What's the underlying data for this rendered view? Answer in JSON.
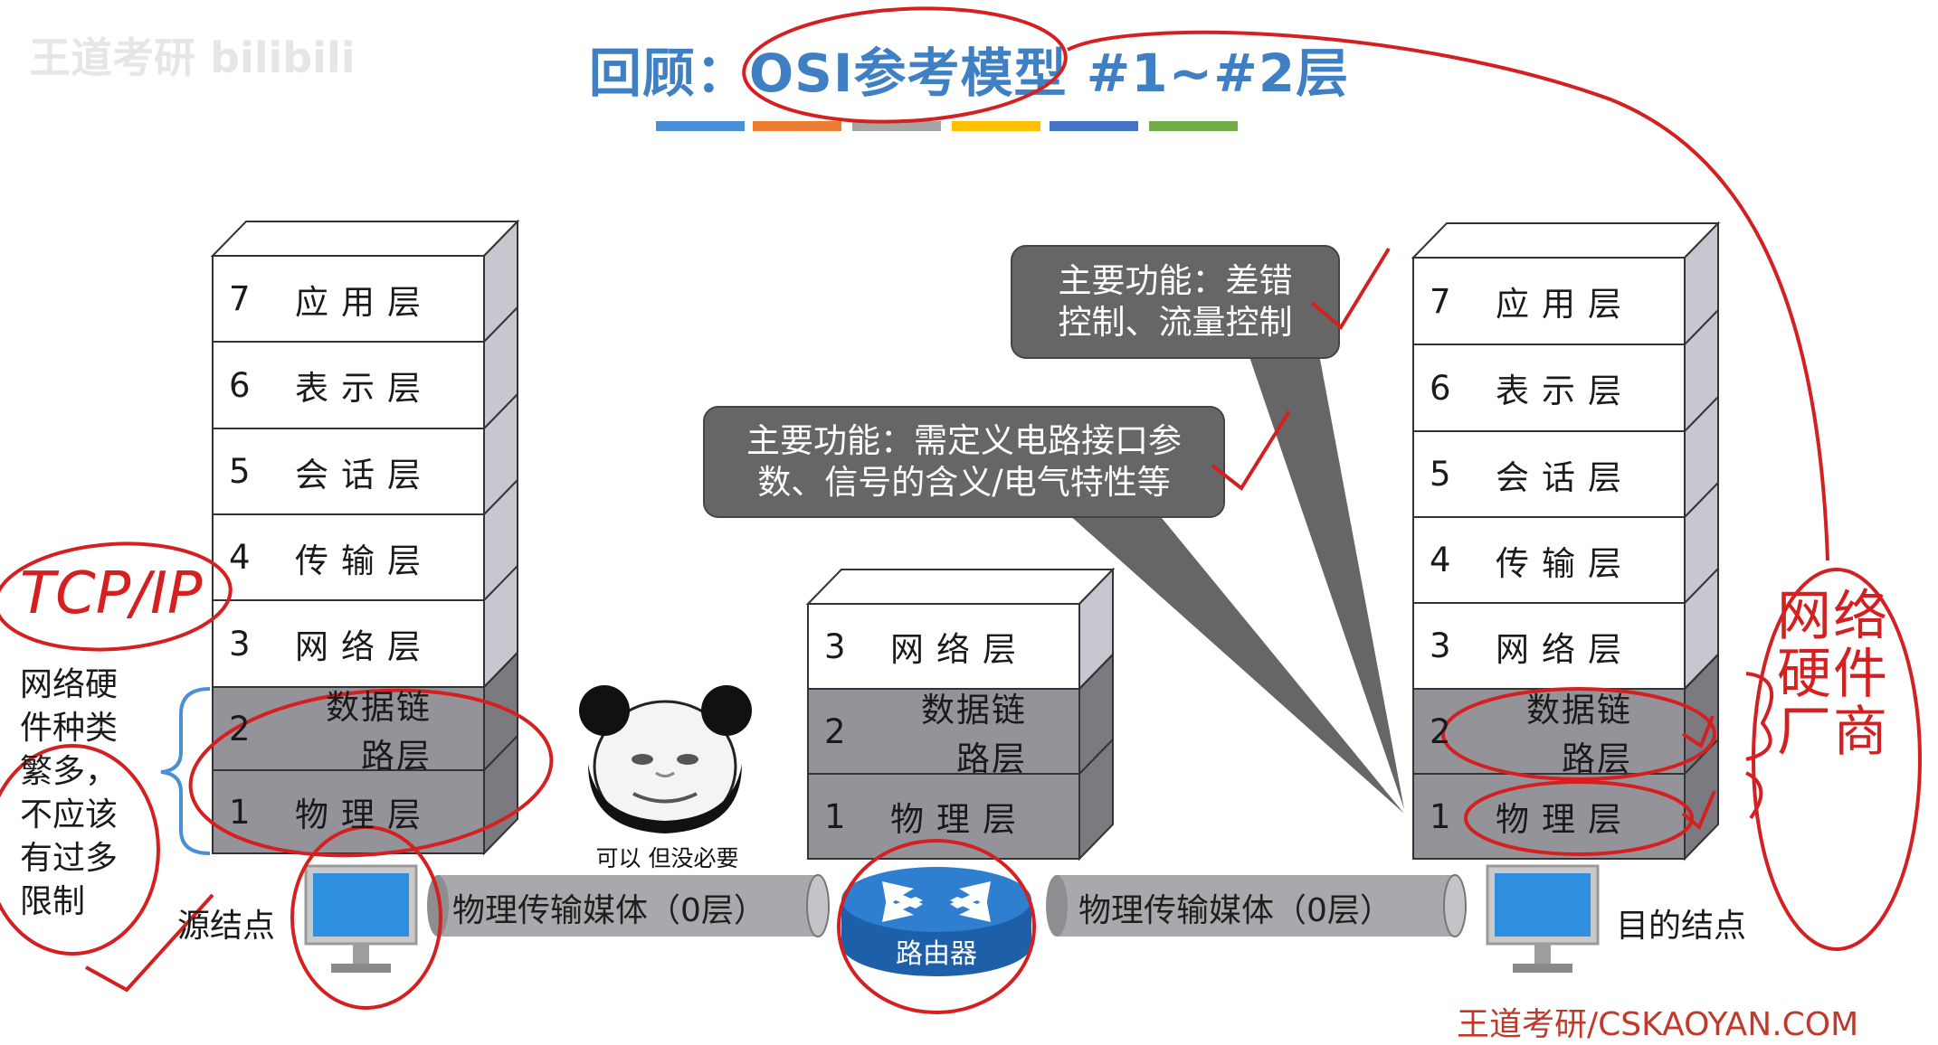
{
  "watermark": "王道考研 bilibili",
  "title": "回顾：OSI参考模型 #1~#2层",
  "title_bar_colors": [
    "#4a90d9",
    "#ed7d31",
    "#a5a5a5",
    "#ffc000",
    "#4472c4",
    "#70ad47"
  ],
  "left_stack": {
    "layers": [
      {
        "num": "7",
        "name": "应用层"
      },
      {
        "num": "6",
        "name": "表示层"
      },
      {
        "num": "5",
        "name": "会话层"
      },
      {
        "num": "4",
        "name": "传输层"
      },
      {
        "num": "3",
        "name": "网络层"
      },
      {
        "num": "2",
        "name": "数据链路层"
      },
      {
        "num": "1",
        "name": "物理层"
      }
    ]
  },
  "middle_stack": {
    "layers": [
      {
        "num": "3",
        "name": "网络层"
      },
      {
        "num": "2",
        "name": "数据链路层"
      },
      {
        "num": "1",
        "name": "物理层"
      }
    ]
  },
  "right_stack": {
    "layers": [
      {
        "num": "7",
        "name": "应用层"
      },
      {
        "num": "6",
        "name": "表示层"
      },
      {
        "num": "5",
        "name": "会话层"
      },
      {
        "num": "4",
        "name": "传输层"
      },
      {
        "num": "3",
        "name": "网络层"
      },
      {
        "num": "2",
        "name": "数据链路层"
      },
      {
        "num": "1",
        "name": "物理层"
      }
    ]
  },
  "callouts": {
    "datalink": [
      "主要功能：差错",
      "控制、流量控制"
    ],
    "physical": [
      "主要功能：需定义电路接口参",
      "数、信号的含义/电气特性等"
    ]
  },
  "source_node": "源结点",
  "dest_node": "目的结点",
  "medium_left": "物理传输媒体（0层）",
  "medium_right": "物理传输媒体（0层）",
  "router_label": "路由器",
  "meme_caption": "可以 但没必要",
  "bracket_note": [
    "网络硬",
    "件种类",
    "繁多，",
    "不应该",
    "有过多",
    "限制"
  ],
  "handwriting": {
    "tcpip": "TCP/IP",
    "vendor": [
      "网",
      "络",
      "硬",
      "件",
      "厂",
      "商"
    ]
  },
  "footer": "王道考研/CSKAOYAN.COM"
}
